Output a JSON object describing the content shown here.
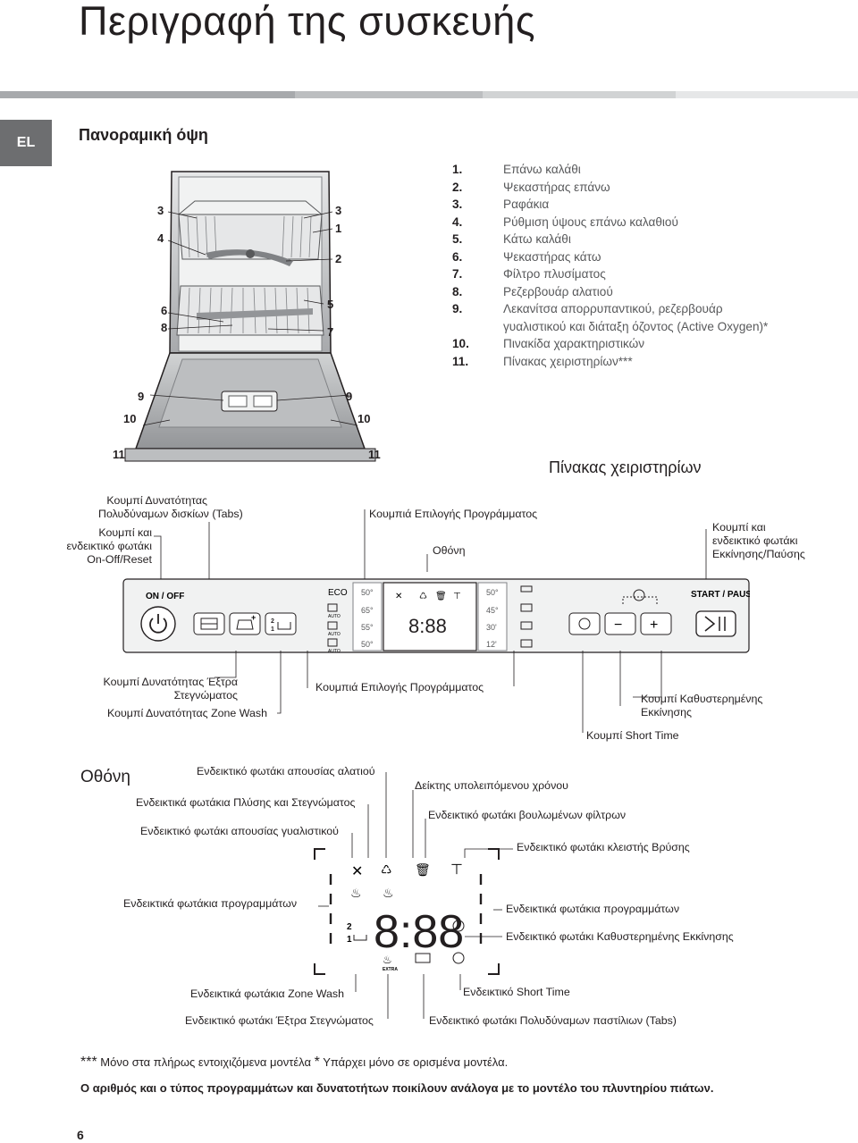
{
  "page": {
    "title": "Περιγραφή της συσκευής",
    "lang_tab": "EL",
    "page_number": "6",
    "header_bar_colors": [
      "#a7a9ac",
      "#bcbec0",
      "#d1d3d4",
      "#e6e7e8"
    ]
  },
  "overview": {
    "heading": "Πανοραμική όψη",
    "items": [
      {
        "n": "1.",
        "text": "Επάνω καλάθι"
      },
      {
        "n": "2.",
        "text": "Ψεκαστήρας επάνω"
      },
      {
        "n": "3.",
        "text": "Ραφάκια"
      },
      {
        "n": "4.",
        "text": "Ρύθμιση ύψους επάνω καλαθιού"
      },
      {
        "n": "5.",
        "text": "Κάτω καλάθι"
      },
      {
        "n": "6.",
        "text": "Ψεκαστήρας κάτω"
      },
      {
        "n": "7.",
        "text": "Φίλτρο πλυσίματος"
      },
      {
        "n": "8.",
        "text": "Ρεζερβουάρ αλατιού"
      },
      {
        "n": "9.",
        "text": "Λεκανίτσα απορρυπαντικού, ρεζερβουάρ"
      },
      {
        "n": "",
        "text": "γυαλιστικού και διάταξη όζοντος (Active Oxygen)*"
      },
      {
        "n": "10.",
        "text": "Πινακίδα χαρακτηριστικών"
      },
      {
        "n": "11.",
        "text": "Πίνακας χειριστηρίων***"
      }
    ],
    "callouts": {
      "l3": "3",
      "l4": "4",
      "l6": "6",
      "l8": "8",
      "r3": "3",
      "r1": "1",
      "r2": "2",
      "r5": "5",
      "r7": "7",
      "l9": "9",
      "r9": "9",
      "l10": "10",
      "r10": "10",
      "l11": "11",
      "r11": "11"
    }
  },
  "control_panel": {
    "heading": "Πίνακας χειριστηρίων",
    "top_labels": {
      "tabs_btn_1": "Κουμπί Δυνατότητας",
      "tabs_btn_2": "Πολυδύναμων δισκίων (Tabs)",
      "onoff_1": "Κουμπί και",
      "onoff_2": "ενδεικτικό φωτάκι",
      "onoff_3": "On-Off/Reset",
      "program_select": "Κουμπιά Επιλογής Προγράμματος",
      "display": "Οθόνη",
      "start_1": "Κουμπί και",
      "start_2": "ενδεικτικό φωτάκι",
      "start_3": "Εκκίνησης/Παύσης"
    },
    "panel_text": {
      "on_off": "ON / OFF",
      "start_pause": "START / PAUSE",
      "eco": "ECO",
      "auto": "AUTO",
      "t50a": "50°",
      "t65": "65°",
      "t55": "55°",
      "t50b": "50°",
      "t50c": "50°",
      "t45": "45°",
      "m30": "30'",
      "m12": "12'",
      "digits": "8:88",
      "minus": "−",
      "plus": "+"
    },
    "bottom_labels": {
      "extra_dry_1": "Κουμπί Δυνατότητας Έξτρα",
      "extra_dry_2": "Στεγνώματος",
      "zone_wash": "Κουμπί Δυνατότητας Zone Wash",
      "program_select": "Κουμπιά Επιλογής Προγράμματος",
      "delay_1": "Κουμπί Καθυστερημένης",
      "delay_2": "Εκκίνησης",
      "short_time": "Κουμπί Short Time"
    }
  },
  "display_section": {
    "heading": "Οθόνη",
    "labels": {
      "no_salt": "Ενδεικτικό φωτάκι απουσίας αλατιού",
      "remaining_time": "Δείκτης υπολειπόμενου χρόνου",
      "wash_dry": "Ενδεικτικά φωτάκια Πλύσης και Στεγνώματος",
      "filters": "Ενδεικτικό φωτάκι βουλωμένων φίλτρων",
      "no_rinse": "Ενδεικτικό φωτάκι απουσίας γυαλιστικού",
      "tap_closed": "Ενδεικτικό φωτάκι κλειστής Βρύσης",
      "programs_left": "Ενδεικτικά φωτάκια προγραμμάτων",
      "programs_right": "Ενδεικτικά φωτάκια προγραμμάτων",
      "delayed_start": "Ενδεικτικό φωτάκι Καθυστερημένης Εκκίνησης",
      "zone_wash": "Ενδεικτικά φωτάκια  Zone Wash",
      "short_time": "Ενδεικτικό Short Time",
      "extra_dry": "Ενδεικτικό φωτάκι Έξτρα Στεγνώματος",
      "tabs": "Ενδεικτικό φωτάκι Πολυδύναμων παστίλιων (Tabs)"
    },
    "digits": "8:88",
    "extra": "EXTRA",
    "n2": "2",
    "n1": "1"
  },
  "footnotes": {
    "stars3": "***",
    "text1": " Μόνο στα πλήρως εντοιχιζόμενα μοντέλα ",
    "star1": "*",
    "text2": " Υπάρχει μόνο σε ορισμένα μοντέλα.",
    "bold_note": "Ο αριθμός και ο τύπος προγραμμάτων και δυνατοτήτων ποικίλουν ανάλογα με το μοντέλο του πλυντηρίου πιάτων."
  }
}
